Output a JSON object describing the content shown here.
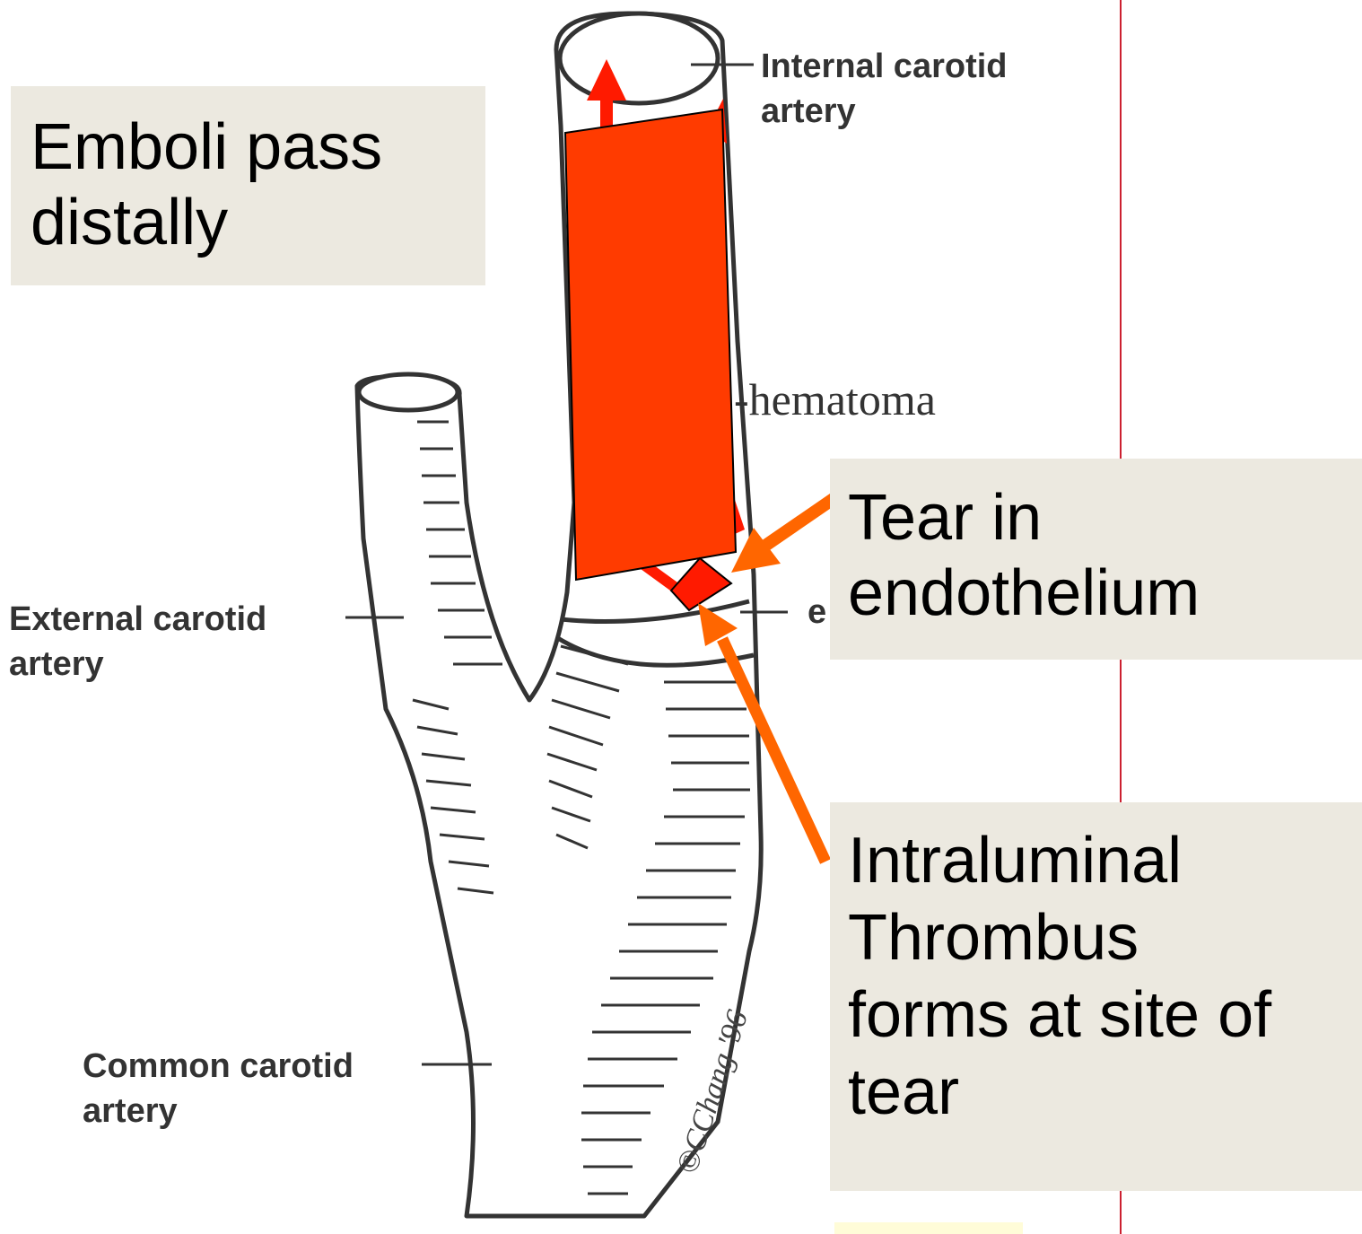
{
  "callouts": {
    "emboli": {
      "line1": "Emboli pass",
      "line2": "distally"
    },
    "tear": {
      "line1": "Tear in",
      "line2": "endothelium"
    },
    "thrombus": {
      "line1": "Intraluminal",
      "line2": "Thrombus",
      "line3": "forms at site of",
      "line4": "tear"
    }
  },
  "labels": {
    "internal_carotid": {
      "line1": "Internal carotid",
      "line2": "artery"
    },
    "hematoma": "-hematoma",
    "external_carotid": {
      "line1": "External carotid",
      "line2": "artery"
    },
    "common_carotid": {
      "line1": "Common carotid",
      "line2": "artery"
    },
    "partial_label": "e",
    "signature": "©CChang '96"
  },
  "colors": {
    "callout_bg": "#ece9e0",
    "hematoma_fill": "#ff3b00",
    "arrow_red": "#ff1a00",
    "arrow_orange": "#ff6600",
    "divider_line": "#cc2030",
    "drawing_ink": "#333333"
  }
}
